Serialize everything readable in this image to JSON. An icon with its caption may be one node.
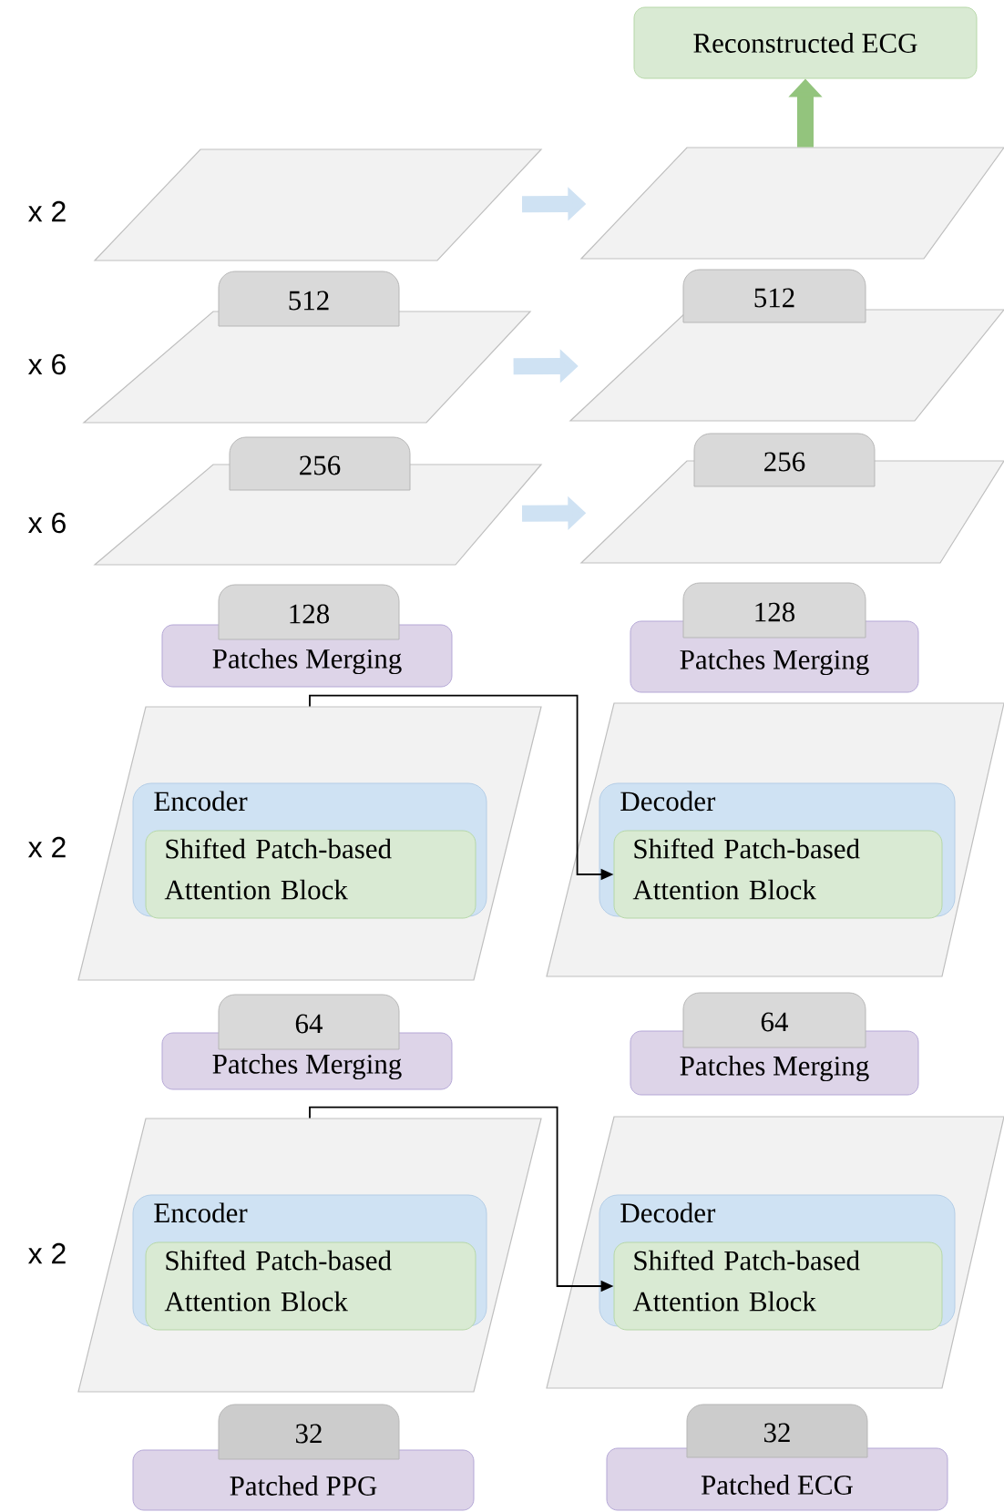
{
  "diagram": {
    "nodes": [
      {
        "text": [
          "Reconstructed ECG"
        ]
      },
      {
        "text": [],
        "shape": "parallelogram"
      },
      {
        "text": [],
        "shape": "parallelogram"
      },
      {
        "text": [
          "512"
        ]
      },
      {
        "text": [],
        "shape": "parallelogram"
      },
      {
        "text": [
          "512"
        ]
      },
      {
        "text": [],
        "shape": "parallelogram"
      },
      {
        "text": [
          "256"
        ]
      },
      {
        "text": [],
        "shape": "parallelogram"
      },
      {
        "text": [
          "256"
        ]
      },
      {
        "text": [],
        "shape": "parallelogram"
      },
      {
        "text": [
          "128"
        ]
      },
      {
        "text": [
          "Patches Merging"
        ]
      },
      {
        "text": [
          "128"
        ]
      },
      {
        "text": [
          "Patches Merging"
        ]
      },
      {
        "text": [],
        "shape": "parallelogram"
      },
      {
        "text": [
          "Encoder"
        ],
        "in": 15
      },
      {
        "text": [
          "Shifted Patch-based Attention Block"
        ],
        "in": 16
      },
      {
        "text": [],
        "shape": "parallelogram"
      },
      {
        "text": [
          "Decoder"
        ],
        "in": 18
      },
      {
        "text": [
          "Shifted Patch-based Attention Block"
        ],
        "in": 19
      },
      {
        "text": [
          "64"
        ]
      },
      {
        "text": [
          "Patches Merging"
        ]
      },
      {
        "text": [
          "64"
        ]
      },
      {
        "text": [
          "Patches Merging"
        ]
      },
      {
        "text": [],
        "shape": "parallelogram"
      },
      {
        "text": [
          "Encoder"
        ],
        "in": 25
      },
      {
        "text": [
          "Shifted Patch-based Attention Block"
        ],
        "in": 26
      },
      {
        "text": [],
        "shape": "parallelogram"
      },
      {
        "text": [
          "Decoder"
        ],
        "in": 28
      },
      {
        "text": [
          "Shifted Patch-based Attention Block"
        ],
        "in": 29
      },
      {
        "text": [
          "32"
        ]
      },
      {
        "text": [
          "Patched PPG"
        ]
      },
      {
        "text": [
          "32"
        ]
      },
      {
        "text": [
          "Patched ECG"
        ]
      }
    ],
    "edges": [
      {
        "from": 2,
        "to": 0,
        "arrow": "to",
        "color": "#93c47d"
      },
      {
        "from": 1,
        "to": 2,
        "arrow": "to"
      },
      {
        "from": 4,
        "to": 6,
        "arrow": "to"
      },
      {
        "from": 8,
        "to": 10,
        "arrow": "to"
      },
      {
        "from": 15,
        "to": 20,
        "arrow": "to",
        "color": "#000000"
      },
      {
        "from": 25,
        "to": 30,
        "arrow": "to",
        "color": "#000000"
      }
    ],
    "labels": [
      "x 2",
      "x 6",
      "x 6",
      "x 2",
      "x 2"
    ]
  }
}
